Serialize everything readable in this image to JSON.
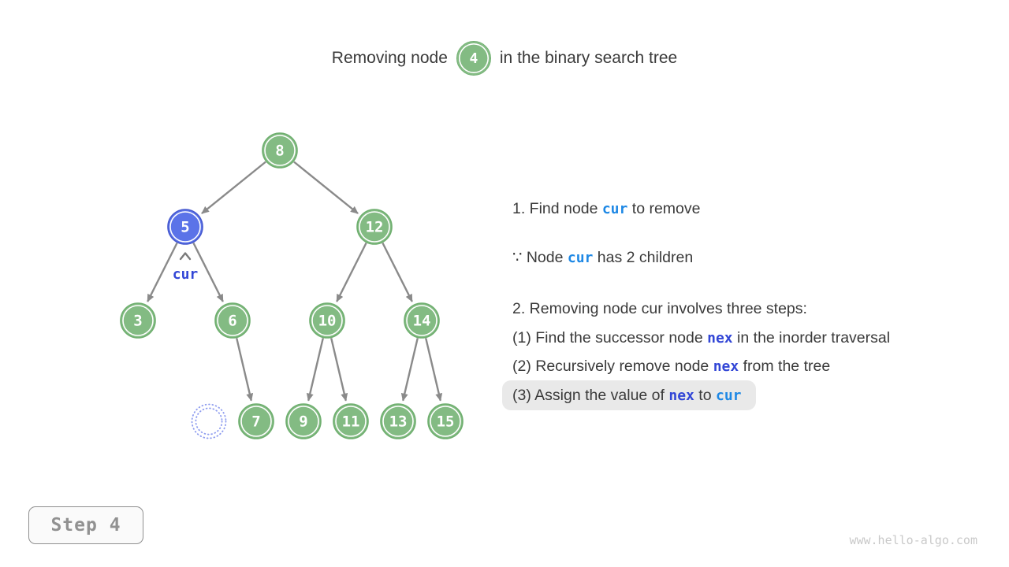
{
  "title": {
    "pre": "Removing node",
    "node_value": "4",
    "post": "in the binary search tree"
  },
  "tree": {
    "nodes": [
      {
        "value": "8",
        "state": "normal"
      },
      {
        "value": "5",
        "state": "highlighted-cur"
      },
      {
        "value": "12",
        "state": "normal"
      },
      {
        "value": "3",
        "state": "normal"
      },
      {
        "value": "6",
        "state": "normal"
      },
      {
        "value": "10",
        "state": "normal"
      },
      {
        "value": "14",
        "state": "normal"
      },
      {
        "value": "7",
        "state": "normal"
      },
      {
        "value": "9",
        "state": "normal"
      },
      {
        "value": "11",
        "state": "normal"
      },
      {
        "value": "13",
        "state": "normal"
      },
      {
        "value": "15",
        "state": "normal"
      }
    ],
    "edges": [
      "8-5",
      "8-12",
      "5-3",
      "5-6",
      "12-10",
      "12-14",
      "6-7",
      "10-9",
      "10-11",
      "14-13",
      "14-15"
    ],
    "pointer_label": "cur",
    "removed_placeholder": "dashed empty node (former position of successor 5)"
  },
  "panel": {
    "line1": {
      "pre": "1. Find node ",
      "kw": "cur",
      "post": " to remove"
    },
    "line2": {
      "pre": "∵ Node ",
      "kw": "cur",
      "post": " has 2 children"
    },
    "line3": "2. Removing node cur involves three steps:",
    "step1": {
      "pre": "(1) Find the successor node ",
      "kw": "nex",
      "post": " in the inorder traversal"
    },
    "step2": {
      "pre": "(2) Recursively remove node ",
      "kw": "nex",
      "post": " from the tree"
    },
    "step3": {
      "pre": "(3) Assign the value of ",
      "kw1": "nex",
      "mid": " to ",
      "kw2": "cur"
    }
  },
  "footer": {
    "step_label": "Step 4",
    "watermark": "www.hello-algo.com"
  },
  "colors": {
    "node_green_fill": "#83bb83",
    "node_green_border": "#6faf6f",
    "node_blue_fill": "#5b73e8",
    "node_blue_border": "#4659cf",
    "node_ring": "#ffffff",
    "edge_gray": "#8a8a8a",
    "cur_keyword_blue": "#1e88e5",
    "nex_keyword_blue": "#3246d6",
    "pointer_label_blue": "#3246d6",
    "dashed_node_blue": "#8f9def",
    "highlight_bg": "#e9e9e9",
    "text_dark": "#3a3a3a",
    "step_gray": "#919191",
    "watermark_gray": "#c9c9c9"
  }
}
